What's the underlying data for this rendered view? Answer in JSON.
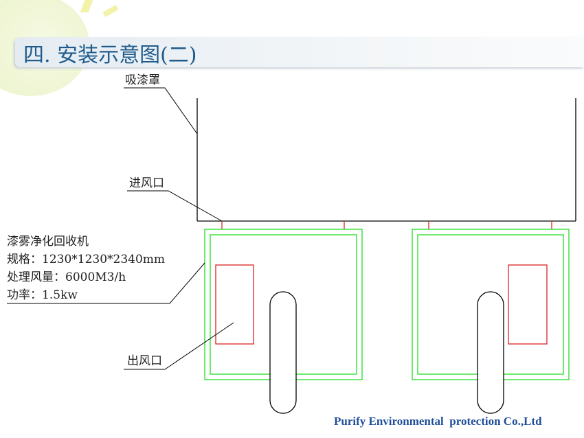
{
  "title": "四. 安装示意图(二)",
  "labels": {
    "hood": "吸漆罩",
    "inlet": "进风口",
    "outlet": "出风口",
    "machine_name": "漆雾净化回收机",
    "spec": "规格：1230*1230*2340mm",
    "airflow": "处理风量：6000M3/h",
    "power": "功率：1.5kw"
  },
  "footer": "Purify Environmental  protection Co.,Ltd",
  "colors": {
    "title": "#1f5b8c",
    "unit_outline": "#22dd22",
    "duct": "#dd2222",
    "footer": "#1f4f9a"
  }
}
